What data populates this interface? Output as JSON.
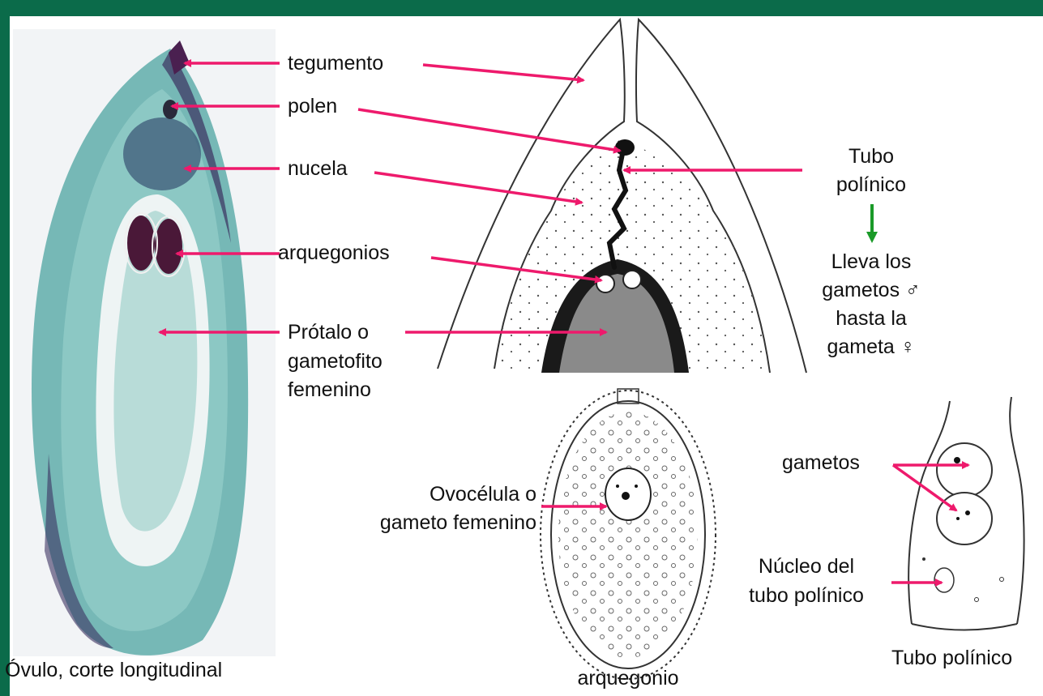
{
  "colors": {
    "frame": "#0b6b4a",
    "arrow": "#ee1a6c",
    "green_arrow": "#1a9a28",
    "stain_light": "#8cc8c4",
    "stain_dark": "#3a3060",
    "archegonia": "#4a1838"
  },
  "labels": {
    "tegumento": "tegumento",
    "polen": "polen",
    "nucela": "nucela",
    "arquegonios": "arquegonios",
    "protalo": [
      "Prótalo o",
      "gametofito",
      "femenino"
    ],
    "tubo_polinico": [
      "Tubo",
      "polínico"
    ],
    "lleva": [
      "Lleva los",
      "gametos ♂",
      "hasta la",
      "gameta ♀"
    ],
    "ovocelula": [
      "Ovocélula o",
      "gameto femenino"
    ],
    "gametos": "gametos",
    "nucleo": [
      "Núcleo del",
      "tubo polínico"
    ]
  },
  "captions": {
    "ovulo": "Óvulo, corte longitudinal",
    "arquegonio": "arquegonio",
    "tubo": "Tubo polínico"
  }
}
